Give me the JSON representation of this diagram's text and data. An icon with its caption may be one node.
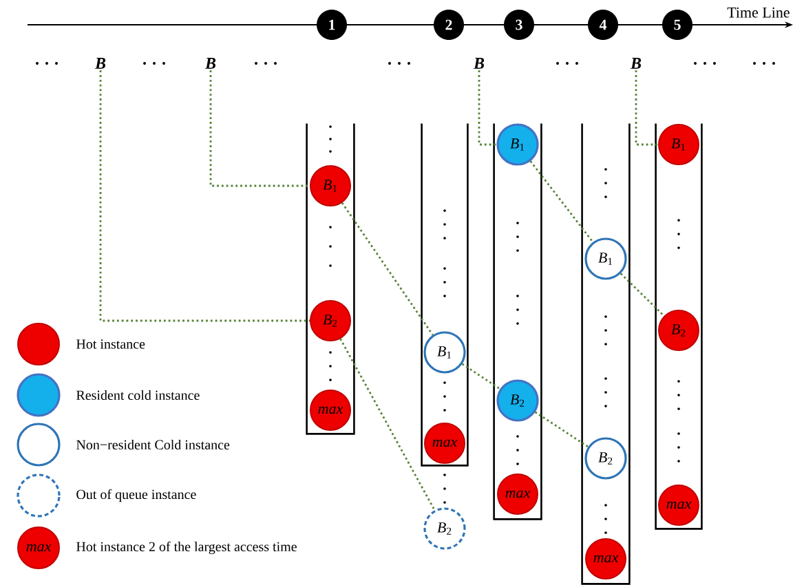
{
  "diagram": {
    "nodes": [
      {
        "text": [
          "1"
        ]
      },
      {
        "text": [
          "2"
        ]
      },
      {
        "text": [
          "3"
        ]
      },
      {
        "text": [
          "4"
        ]
      },
      {
        "text": [
          "5"
        ]
      },
      {
        "text": [
          "B"
        ]
      },
      {
        "text": [
          "B"
        ]
      },
      {
        "text": [
          "B"
        ]
      },
      {
        "text": [
          "B"
        ]
      },
      {
        "text": [],
        "shape": "box"
      },
      {
        "text": [
          "*B*$_{1}$"
        ],
        "in": 9
      },
      {
        "text": [
          "*B*$_{2}$"
        ],
        "in": 9
      },
      {
        "text": [
          "max"
        ],
        "in": 9
      },
      {
        "text": [],
        "shape": "box"
      },
      {
        "text": [
          "*B*$_{1}$"
        ],
        "in": 13
      },
      {
        "text": [
          "max"
        ],
        "in": 13
      },
      {
        "text": [
          "*B*$_{2}$"
        ]
      },
      {
        "text": [],
        "shape": "box"
      },
      {
        "text": [
          "*B*$_{1}$"
        ],
        "in": 17
      },
      {
        "text": [
          "*B*$_{2}$"
        ],
        "in": 17
      },
      {
        "text": [
          "max"
        ],
        "in": 17
      },
      {
        "text": [],
        "shape": "box"
      },
      {
        "text": [
          "*B*$_{1}$"
        ],
        "in": 21
      },
      {
        "text": [
          "*B*$_{2}$"
        ],
        "in": 21
      },
      {
        "text": [
          "max"
        ],
        "in": 21
      },
      {
        "text": [],
        "shape": "box"
      },
      {
        "text": [
          "*B*$_{1}$"
        ],
        "in": 25
      },
      {
        "text": [
          "*B*$_{2}$"
        ],
        "in": 25
      },
      {
        "text": [
          "max"
        ],
        "in": 25
      }
    ],
    "edges": [
      {
        "from": 5,
        "to": 11,
        "arrow": "none"
      },
      {
        "from": 6,
        "to": 10,
        "arrow": "none"
      },
      {
        "from": 7,
        "to": 18,
        "arrow": "none"
      },
      {
        "from": 8,
        "to": 26,
        "arrow": "none"
      },
      {
        "from": 10,
        "to": 14,
        "arrow": "none"
      },
      {
        "from": 11,
        "to": 16,
        "arrow": "none"
      },
      {
        "from": 14,
        "to": 19,
        "arrow": "none"
      },
      {
        "from": 18,
        "to": 22,
        "arrow": "none"
      },
      {
        "from": 19,
        "to": 23,
        "arrow": "none"
      },
      {
        "from": 22,
        "to": 27,
        "arrow": "none"
      }
    ],
    "labels": [
      "Time Line",
      ". . .",
      ". . .",
      ". . .",
      ". . .",
      ". . .",
      ". . .",
      ". . .",
      "max"
    ],
    "legend": [
      {
        "text": "Hot instance"
      },
      {
        "text": "Resident cold instance"
      },
      {
        "text": "Non−resident Cold instance"
      },
      {
        "text": "Out of queue instance"
      },
      {
        "text": "Hot instance 2 of the largest access time"
      }
    ]
  }
}
